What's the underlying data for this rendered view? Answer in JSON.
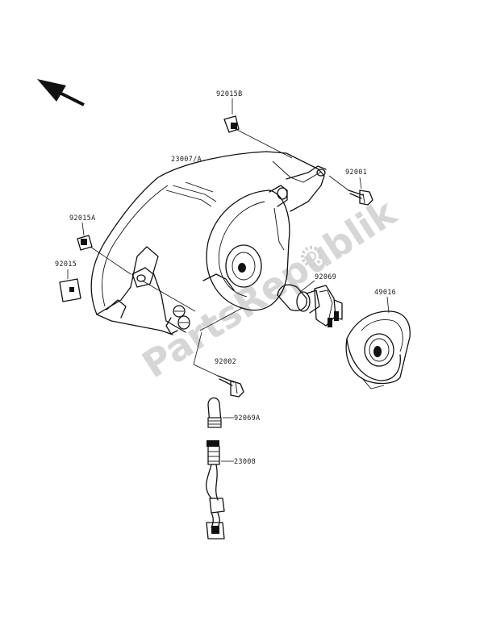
{
  "watermark": {
    "text": "PartsRepublik"
  },
  "parts": {
    "p92015B": {
      "number": "92015B"
    },
    "p23007A": {
      "number": "23007/A"
    },
    "p92001": {
      "number": "92001"
    },
    "p92015A": {
      "number": "92015A"
    },
    "p92015": {
      "number": "92015"
    },
    "p92069": {
      "number": "92069"
    },
    "p49016": {
      "number": "49016"
    },
    "p92002": {
      "number": "92002"
    },
    "p92069A": {
      "number": "92069A"
    },
    "p23008": {
      "number": "23008"
    }
  }
}
